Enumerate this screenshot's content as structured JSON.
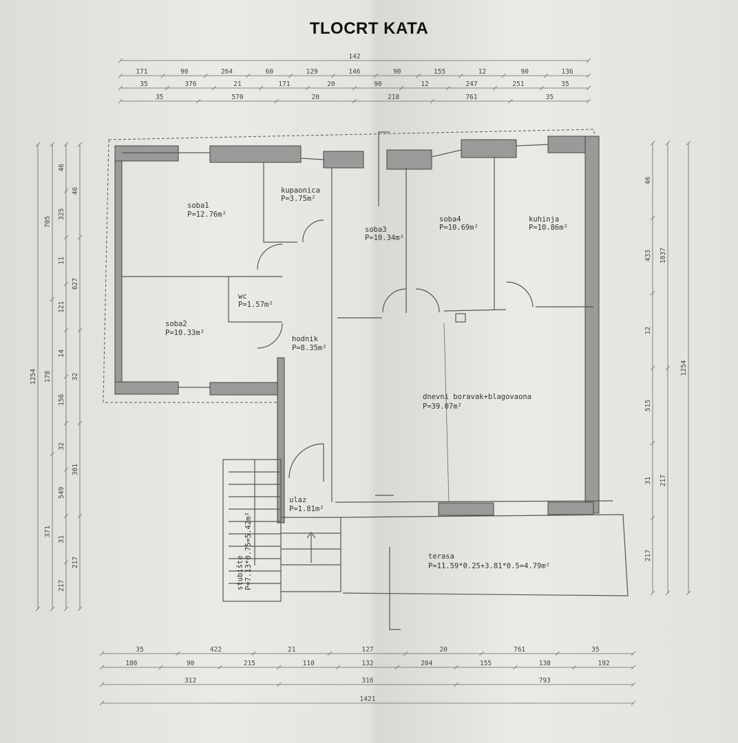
{
  "title": "TLOCRT KATA",
  "rooms": {
    "soba1": {
      "name": "soba1",
      "area": "P=12.76m²"
    },
    "kupaonica": {
      "name": "kupaonica",
      "area": "P=3.75m²"
    },
    "soba3": {
      "name": "soba3",
      "area": "P=10.34m²"
    },
    "soba4": {
      "name": "soba4",
      "area": "P=10.69m²"
    },
    "kuhinja": {
      "name": "kuhinja",
      "area": "P=10.86m²"
    },
    "wc": {
      "name": "wc",
      "area": "P=1.57m²"
    },
    "soba2": {
      "name": "soba2",
      "area": "P=10.33m²"
    },
    "hodnik": {
      "name": "hodnik",
      "area": "P=8.35m²"
    },
    "dnevni": {
      "name": "dnevni boravak+blagovaona",
      "area": "P=39.07m²"
    },
    "ulaz": {
      "name": "ulaz",
      "area": "P=1.81m²"
    },
    "stubiste": {
      "name": "stubište",
      "area": "P=7.13*0.75=5.42m²"
    },
    "terasa": {
      "name": "terasa",
      "area": "P=11.59*0.25+3.81*0.5=4.79m²"
    }
  },
  "dimensions": {
    "top_row1": [
      "142"
    ],
    "top_row2": [
      "171",
      "90",
      "264",
      "60",
      "129",
      "146",
      "90",
      "155",
      "12",
      "90",
      "136"
    ],
    "top_row3": [
      "35",
      "376",
      "21",
      "171",
      "20",
      "90",
      "12",
      "247",
      "251",
      "35"
    ],
    "top_row4": [
      "35",
      "570",
      "20",
      "218",
      "761",
      "35"
    ],
    "bottom_row1": [
      "35",
      "422",
      "21",
      "127",
      "20",
      "761",
      "35"
    ],
    "bottom_row2": [
      "180",
      "90",
      "215",
      "110",
      "132",
      "204",
      "155",
      "138",
      "192"
    ],
    "bottom_row3": [
      "312",
      "316",
      "793"
    ],
    "bottom_row4": [
      "1421"
    ],
    "left_col1": [
      "1254"
    ],
    "left_col2": [
      "705",
      "178",
      "371"
    ],
    "left_col3": [
      "46",
      "325",
      "11",
      "121",
      "14",
      "156",
      "32",
      "549",
      "31",
      "217"
    ],
    "left_col4": [
      "46",
      "627",
      "32",
      "301",
      "217"
    ],
    "right_col1": [
      "46",
      "433",
      "12",
      "515",
      "31",
      "217"
    ],
    "right_col2": [
      "1037",
      "217"
    ],
    "right_col3": [
      "1254"
    ]
  }
}
